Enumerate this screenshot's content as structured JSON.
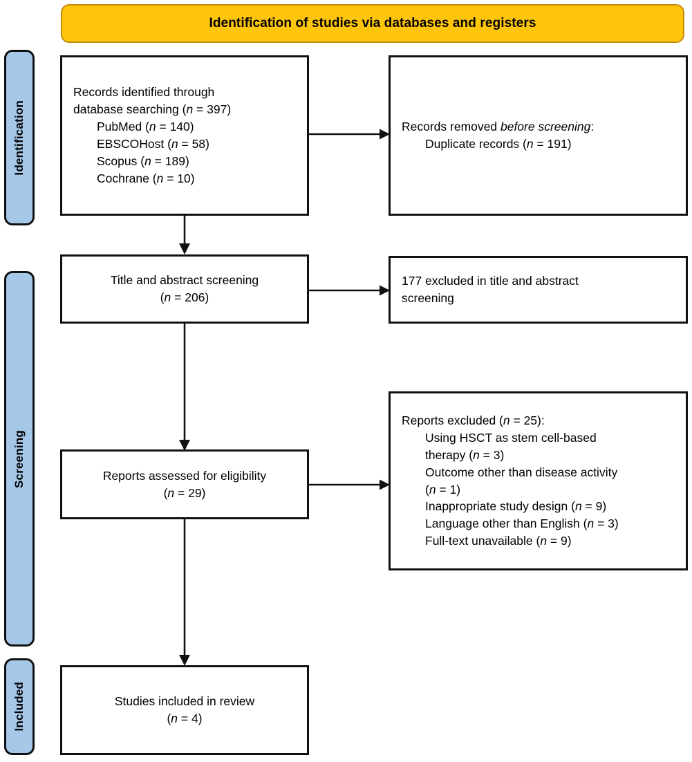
{
  "diagram": {
    "type": "prisma-flow-diagram",
    "title": "Identification of studies via databases and registers",
    "colors": {
      "banner_fill": "#FFC50B",
      "banner_border": "#C08A09",
      "stage_fill": "#A5C8E9",
      "stage_border": "#111111",
      "box_border": "#111111",
      "box_fill": "#FFFFFF",
      "text": "#000000"
    }
  },
  "stages": [
    {
      "id": "identification",
      "label": "Identification"
    },
    {
      "id": "screening",
      "label": "Screening"
    },
    {
      "id": "included",
      "label": "Included"
    }
  ],
  "boxes": {
    "records_identified": {
      "line1": "Records identified through",
      "line2_prefix": "database searching (",
      "line2_n": "n",
      "line2_suffix": " = 397)",
      "sources": [
        {
          "name": "PubMed",
          "n_label": "n",
          "value": " = 140)",
          "open": " ("
        },
        {
          "name": "EBSCOHost",
          "n_label": "n",
          "value": " = 58)",
          "open": " ("
        },
        {
          "name": "Scopus",
          "n_label": "n",
          "value": " = 189)",
          "open": " ("
        },
        {
          "name": "Cochrane",
          "n_label": "n",
          "value": " = 10)",
          "open": " ("
        }
      ]
    },
    "records_removed": {
      "line1_prefix": "Records removed ",
      "line1_italic": "before screening",
      "line1_suffix": ":",
      "line2_prefix": "Duplicate records (",
      "line2_n": "n",
      "line2_suffix": " = 191)"
    },
    "title_abstract_screening": {
      "line1": "Title and abstract screening",
      "line2_prefix": "(",
      "line2_n": "n",
      "line2_suffix": " = 206)"
    },
    "excluded_title_abstract": {
      "line1": "177 excluded in title and abstract",
      "line2": "screening"
    },
    "reports_assessed": {
      "line1": "Reports assessed for eligibility",
      "line2_prefix": "(",
      "line2_n": "n",
      "line2_suffix": " = 29)"
    },
    "reports_excluded": {
      "header_prefix": "Reports excluded (",
      "header_n": "n",
      "header_suffix": " = 25):",
      "reasons": [
        {
          "text_a": "Using HSCT as stem cell-based",
          "text_b": "therapy (",
          "n_label": "n",
          "value": " = 3)"
        },
        {
          "text_a": "Outcome other than disease activity",
          "text_b": "(",
          "n_label": "n",
          "value": " = 1)"
        },
        {
          "text_a": "",
          "text_b": "Inappropriate study design (",
          "n_label": "n",
          "value": " = 9)"
        },
        {
          "text_a": "",
          "text_b": "Language other than English (",
          "n_label": "n",
          "value": " = 3)"
        },
        {
          "text_a": "",
          "text_b": "Full-text unavailable (",
          "n_label": "n",
          "value": " = 9)"
        }
      ]
    },
    "studies_included": {
      "line1": "Studies included in review",
      "line2_prefix": "(",
      "line2_n": "n",
      "line2_suffix": " = 4)"
    }
  },
  "arrows": [
    {
      "id": "identified-to-removed",
      "direction": "right"
    },
    {
      "id": "identified-to-screening",
      "direction": "down"
    },
    {
      "id": "screening-to-excluded",
      "direction": "right"
    },
    {
      "id": "screening-to-eligibility",
      "direction": "down"
    },
    {
      "id": "eligibility-to-excluded",
      "direction": "right"
    },
    {
      "id": "eligibility-to-included",
      "direction": "down"
    }
  ]
}
